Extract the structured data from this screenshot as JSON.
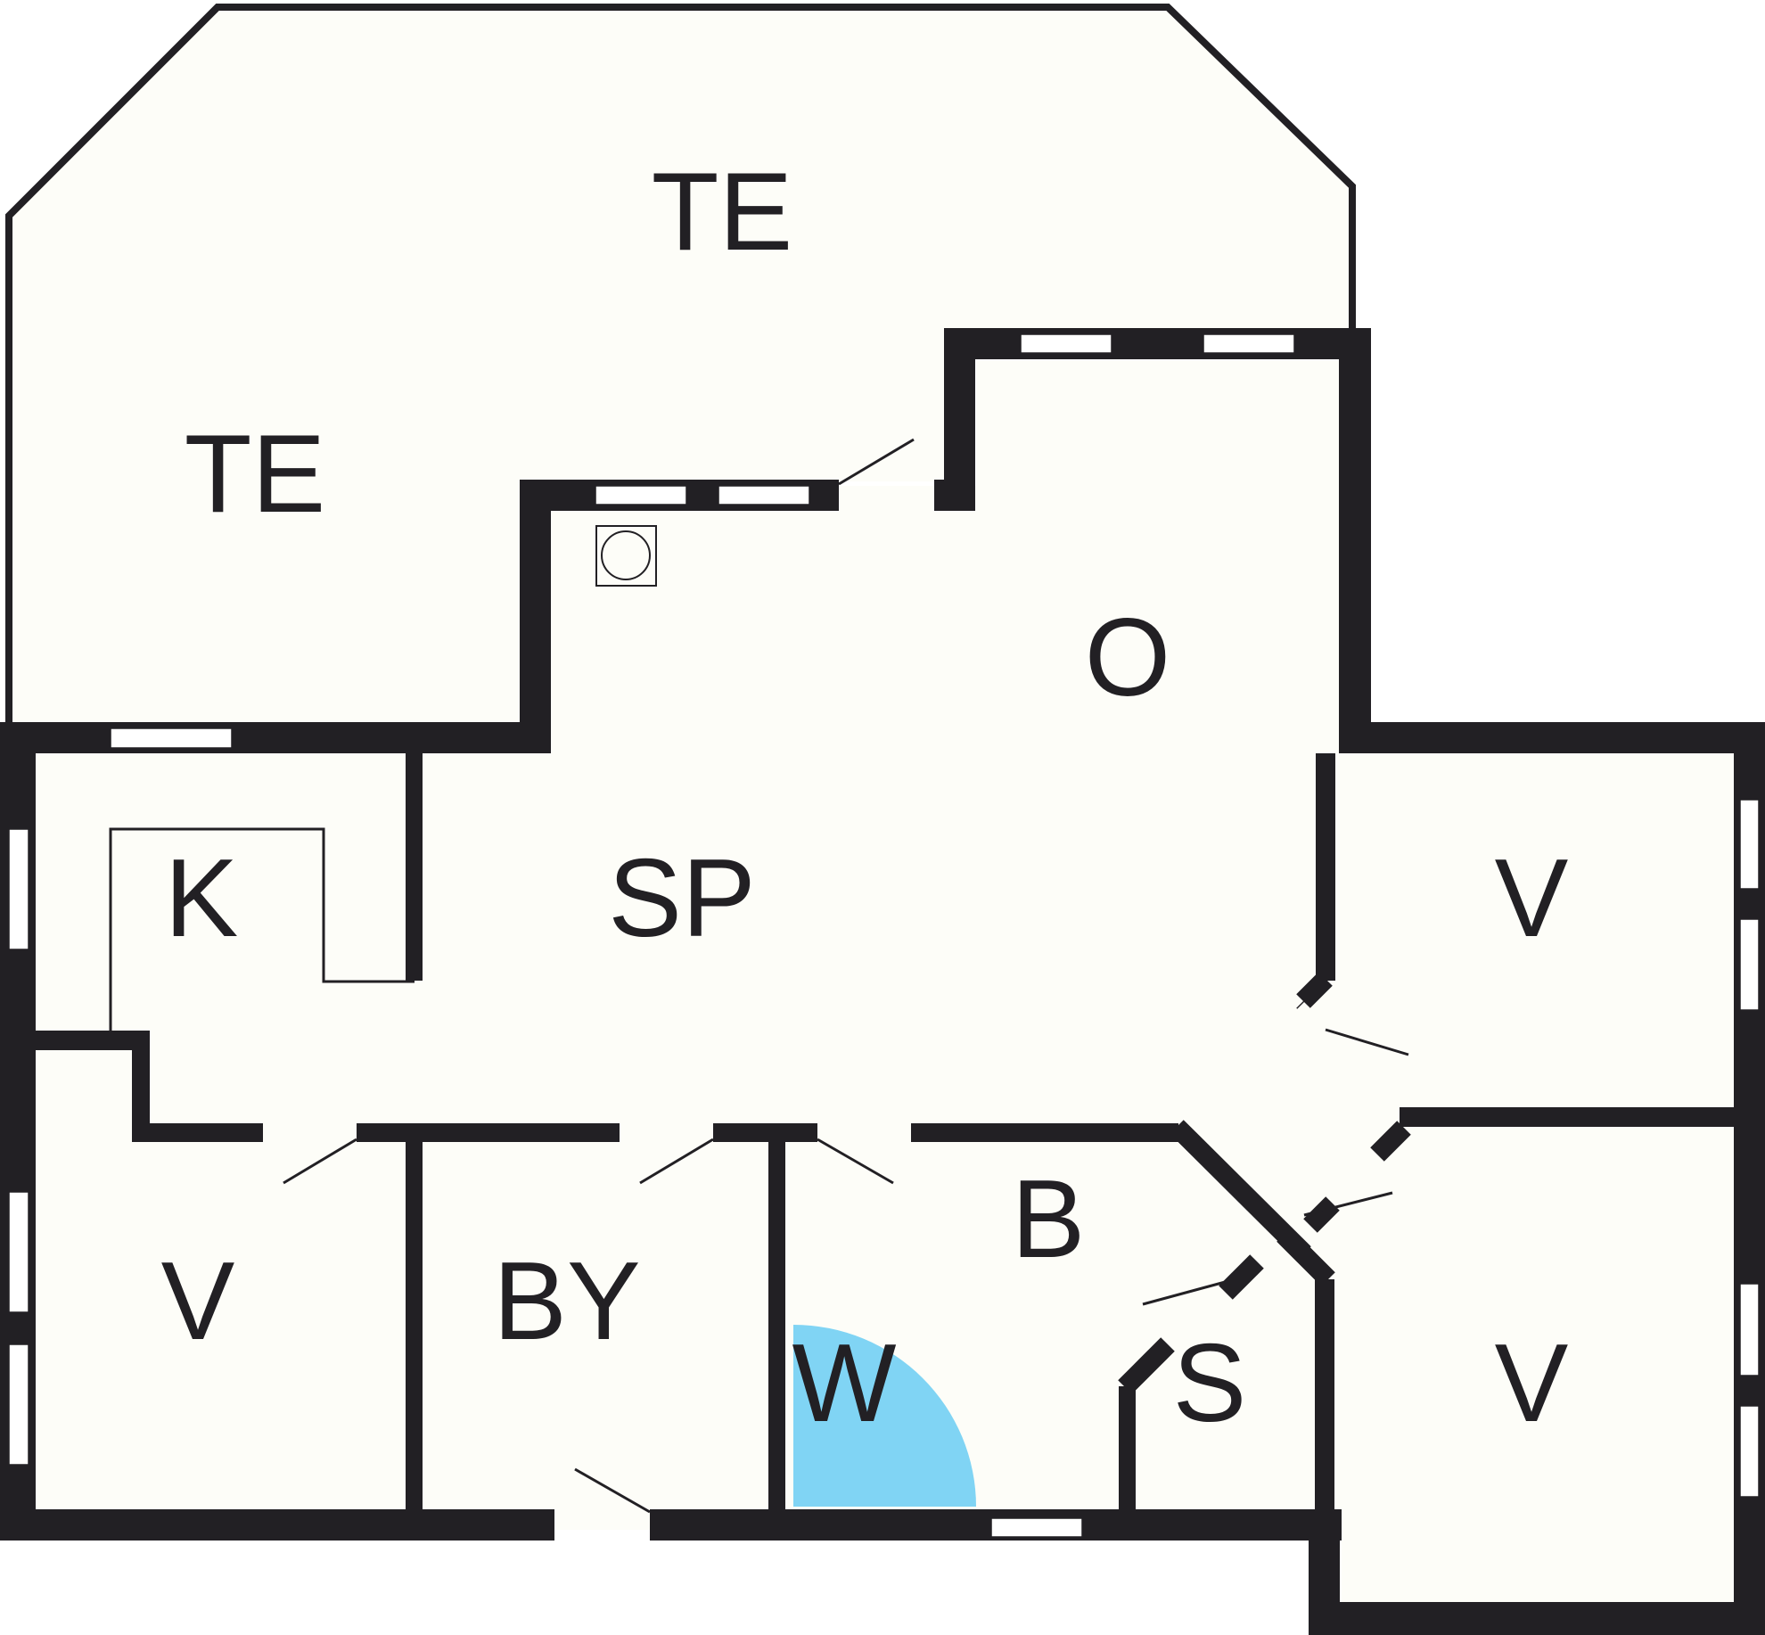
{
  "floor_plan": {
    "colors": {
      "wall": "#222024",
      "floor": "#fdfdf8",
      "terrace": "#fdfdf8",
      "shower": "#80d4f4",
      "background": "#ffffff"
    },
    "rooms": {
      "terrace_top": "TE",
      "terrace_left": "TE",
      "living": "O",
      "dining": "SP",
      "kitchen": "K",
      "bedroom_top_right": "V",
      "bedroom_bottom_right": "V",
      "bedroom_bottom_left": "V",
      "utility": "BY",
      "bathroom": "B",
      "shower": "W",
      "sauna": "S"
    },
    "icons": [
      "fireplace-icon"
    ]
  }
}
